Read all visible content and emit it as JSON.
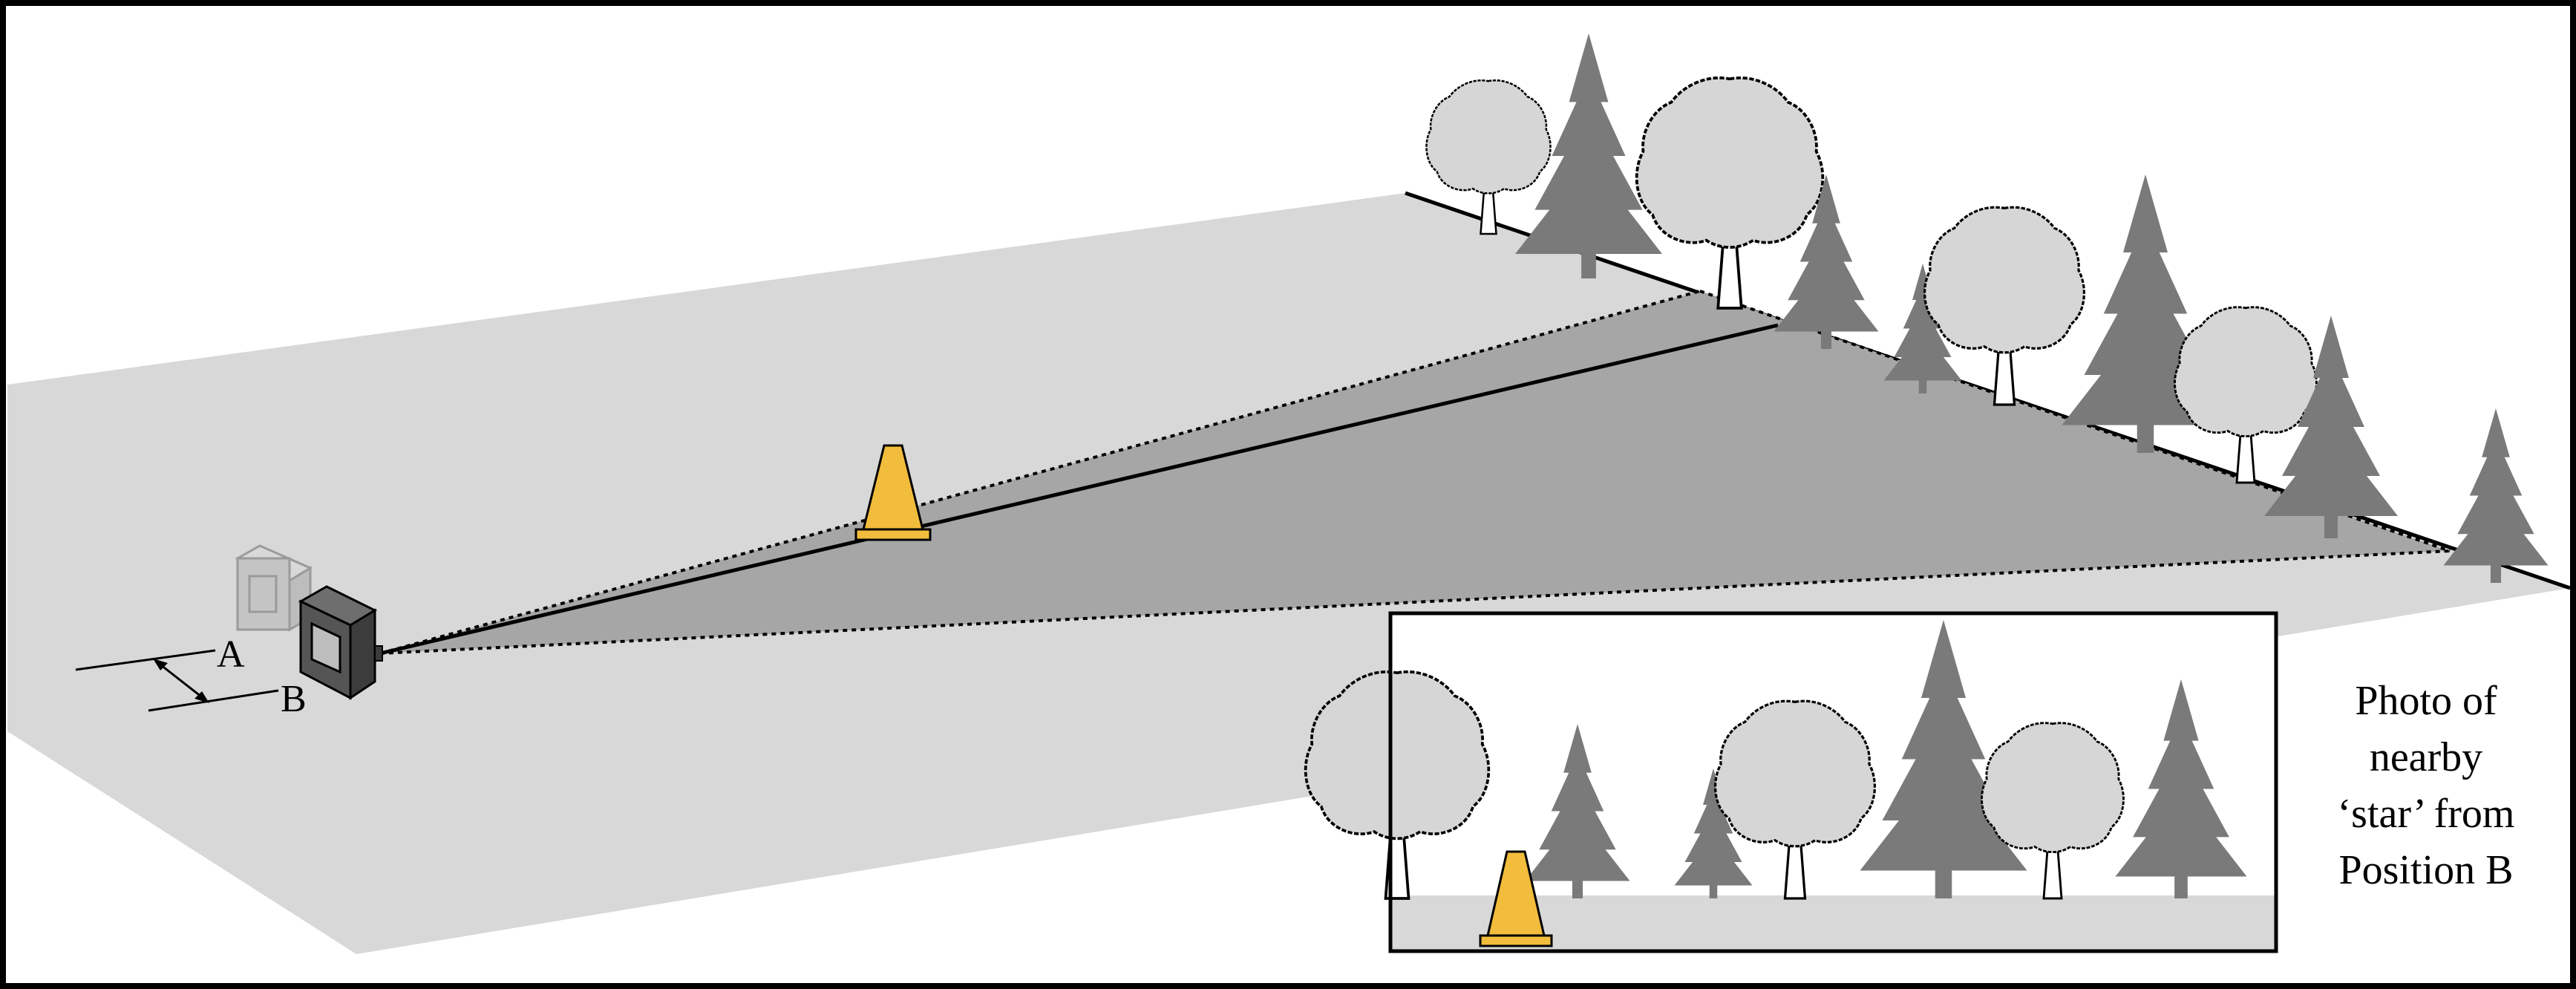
{
  "labels": {
    "position_a": "A",
    "position_b": "B"
  },
  "caption": {
    "line1": "Photo of",
    "line2": "nearby",
    "line3": "‘star’ from",
    "line4": "Position B"
  },
  "colors": {
    "ground": "#d8d8d8",
    "view_cone": "#a6a6a6",
    "deciduous_tree": "#d6d6d6",
    "conifer_tree": "#7a7a7a",
    "cone": "#f2bc3c",
    "camera_b": "#555555",
    "camera_a": "#c4c4c4",
    "frame": "#000000"
  },
  "icons": {
    "camera": "camera-icon",
    "traffic_cone": "traffic-cone-icon",
    "deciduous_tree": "deciduous-tree-icon",
    "conifer_tree": "conifer-tree-icon"
  }
}
